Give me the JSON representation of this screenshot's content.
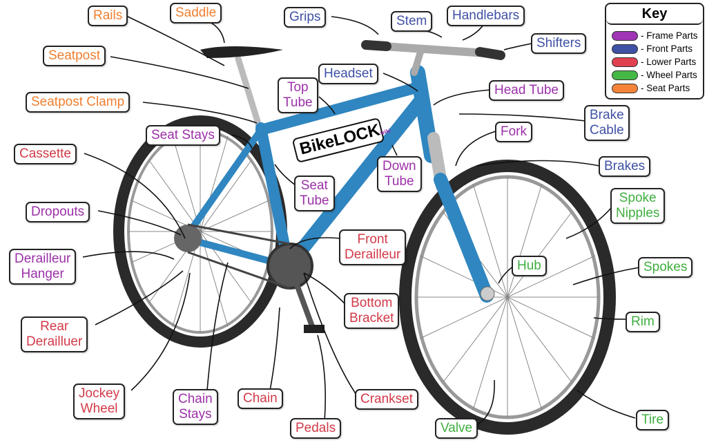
{
  "key": {
    "title": "Key",
    "items": [
      {
        "label": "- Frame Parts",
        "color": "#a035b5"
      },
      {
        "label": "- Front Parts",
        "color": "#3f51a5"
      },
      {
        "label": "- Lower Parts",
        "color": "#e04050"
      },
      {
        "label": "- Wheel Parts",
        "color": "#45b845"
      },
      {
        "label": "- Seat Parts",
        "color": "#f5843a"
      }
    ]
  },
  "logo": {
    "main": "BikeLOCK",
    "sub": "wiki"
  },
  "frame_color": "#2f86c0",
  "labels": {
    "rails": "Rails",
    "saddle": "Saddle",
    "seatpost": "Seatpost",
    "seatpost_clamp": "Seatpost Clamp",
    "grips": "Grips",
    "stem": "Stem",
    "handlebars": "Handlebars",
    "shifters": "Shifters",
    "headset": "Headset",
    "top_tube_1": "Top",
    "top_tube_2": "Tube",
    "head_tube": "Head Tube",
    "brake_cable_1": "Brake",
    "brake_cable_2": "Cable",
    "fork": "Fork",
    "brakes": "Brakes",
    "seat_stays": "Seat Stays",
    "cassette": "Cassette",
    "down_tube_1": "Down",
    "down_tube_2": "Tube",
    "seat_tube_1": "Seat",
    "seat_tube_2": "Tube",
    "dropouts": "Dropouts",
    "spoke_nipples_1": "Spoke",
    "spoke_nipples_2": "Nipples",
    "front_derailleur_1": "Front",
    "front_derailleur_2": "Derailleur",
    "derailleur_hanger_1": "Derailleur",
    "derailleur_hanger_2": "Hanger",
    "spokes": "Spokes",
    "hub": "Hub",
    "bottom_bracket_1": "Bottom",
    "bottom_bracket_2": "Bracket",
    "rear_derailleur_1": "Rear",
    "rear_derailleur_2": "Derailluer",
    "rim": "Rim",
    "jockey_wheel_1": "Jockey",
    "jockey_wheel_2": "Wheel",
    "chain_stays_1": "Chain",
    "chain_stays_2": "Stays",
    "chain": "Chain",
    "crankset": "Crankset",
    "valve": "Valve",
    "tire": "Tire",
    "pedals": "Pedals"
  }
}
